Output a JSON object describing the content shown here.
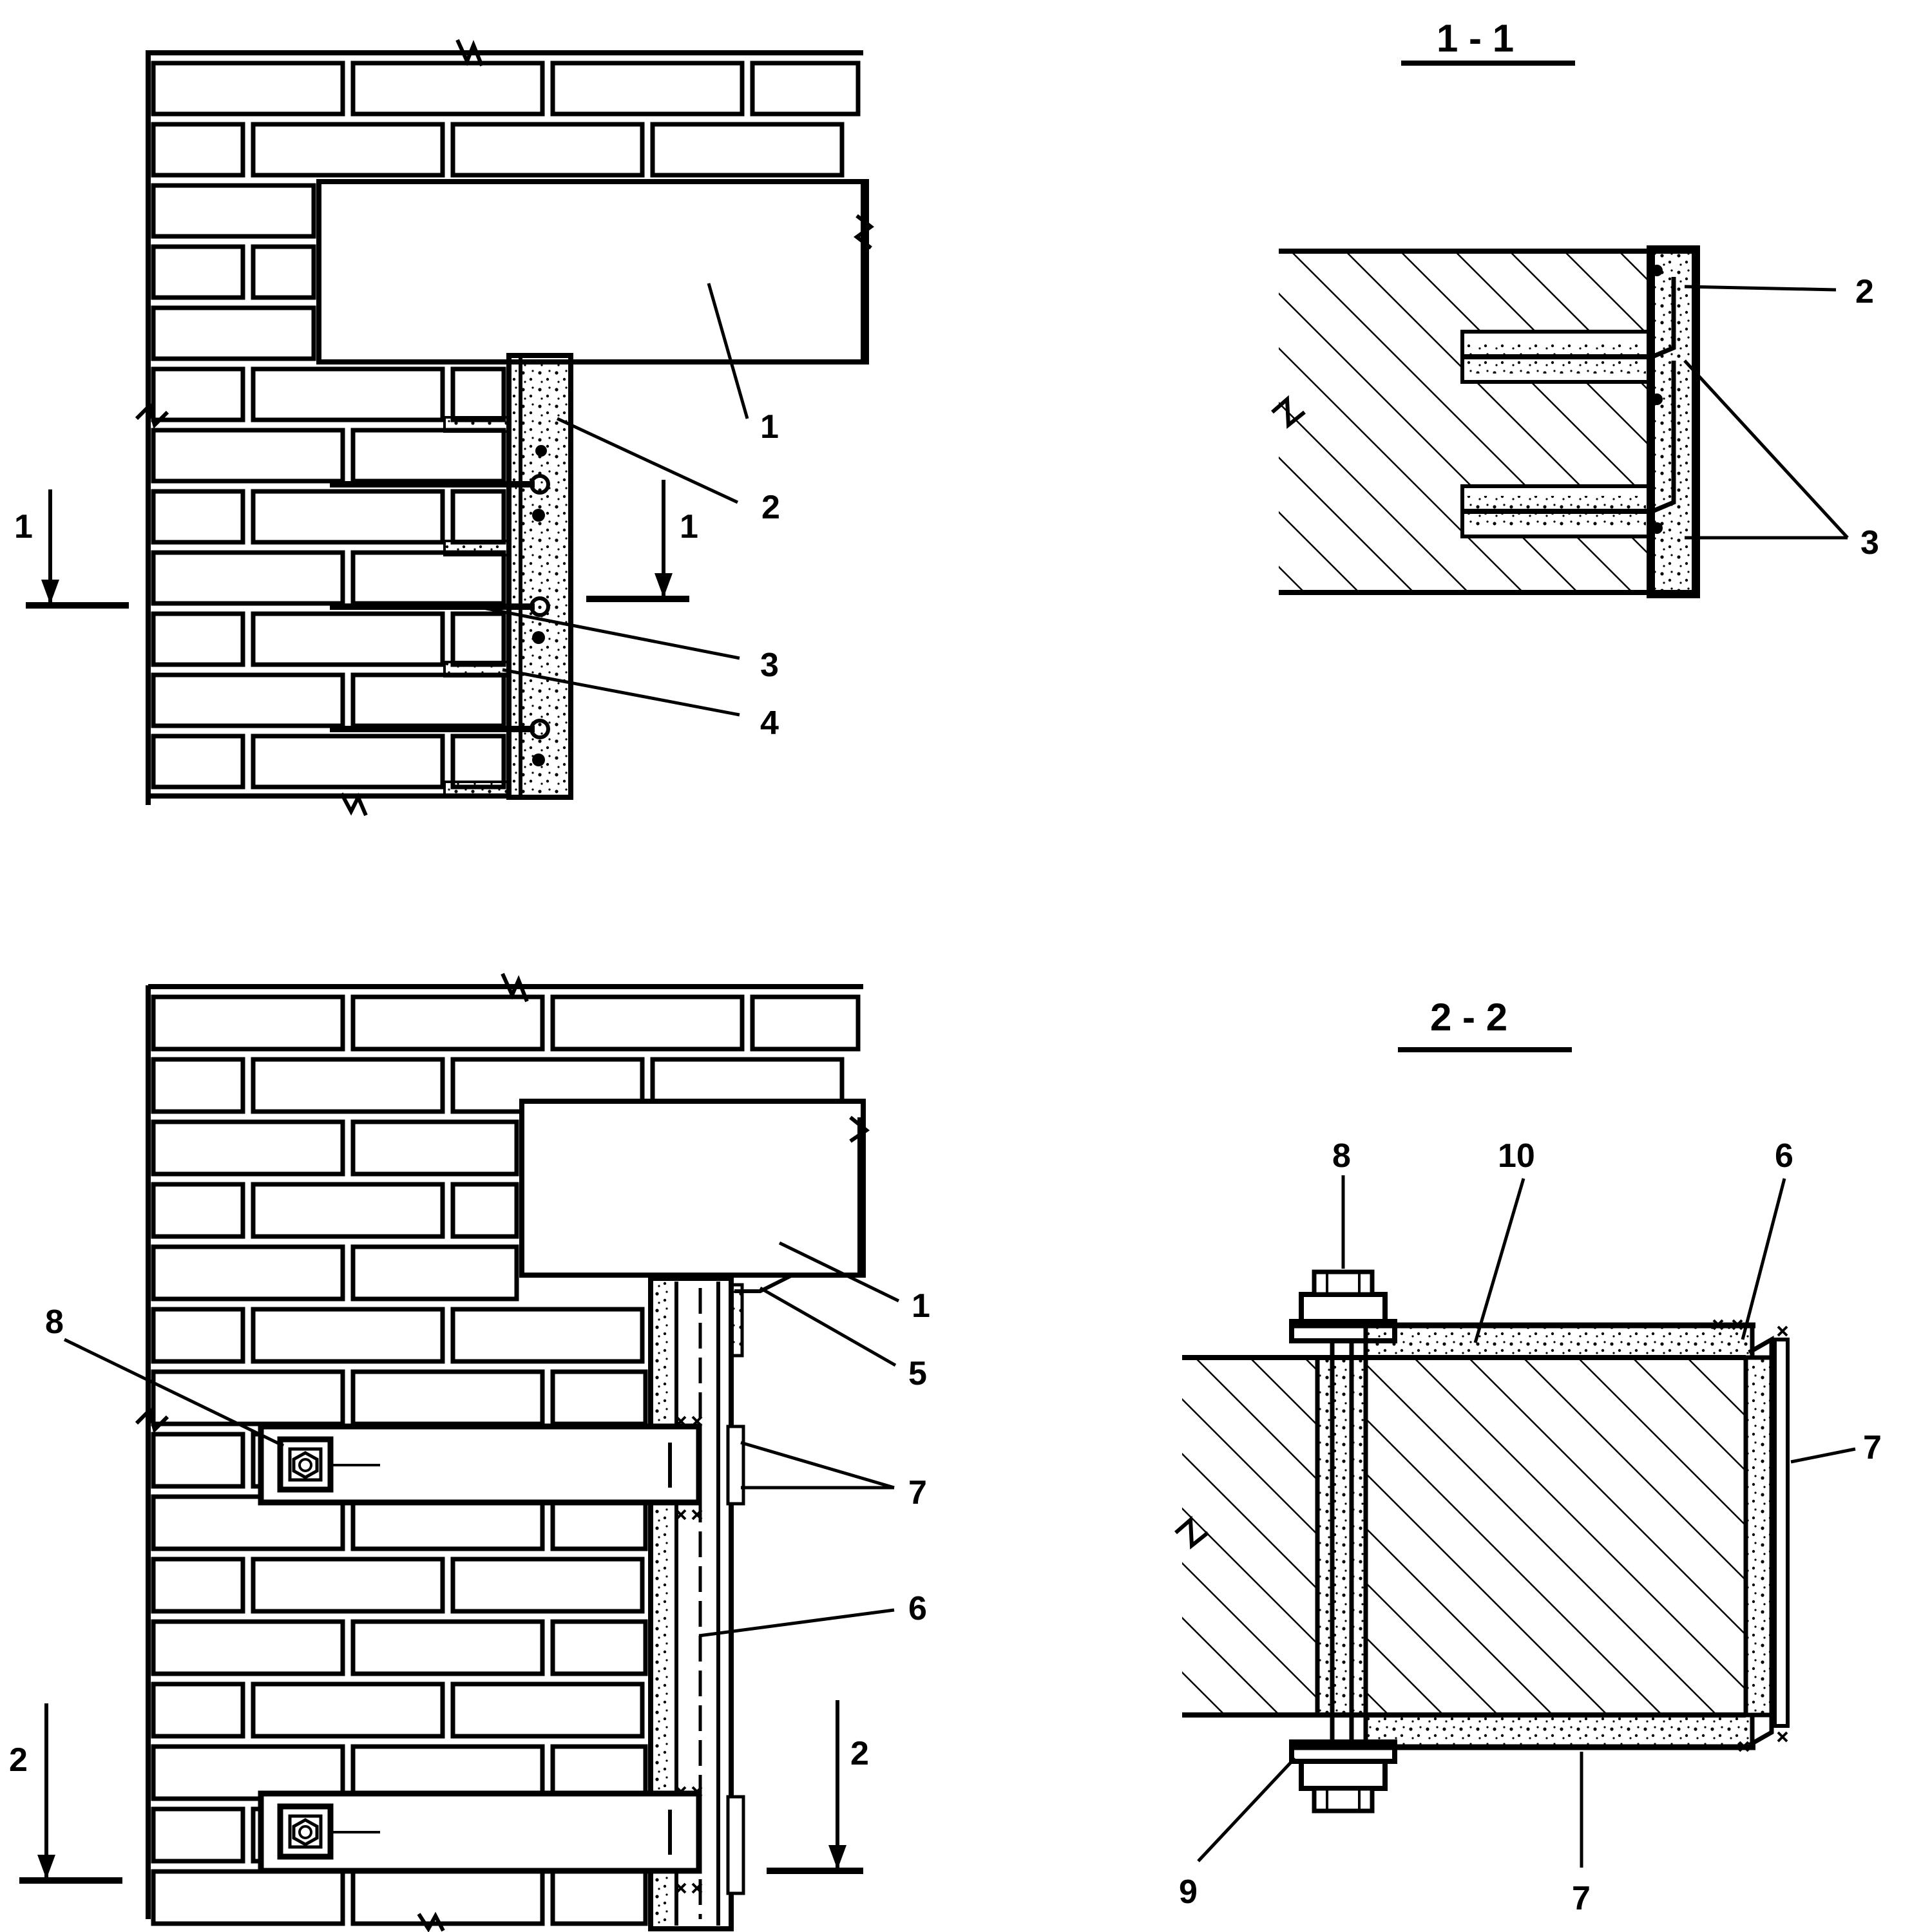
{
  "section_titles": {
    "s1": "1 - 1",
    "s2": "2 - 2"
  },
  "cut_marks": {
    "top": "1",
    "bottom": "2"
  },
  "labels": {
    "top_elevation": {
      "n1": "1",
      "n2": "2",
      "n3": "3",
      "n4": "4"
    },
    "section_1": {
      "n2": "2",
      "n3": "3"
    },
    "bottom_elevation": {
      "n1": "1",
      "n5": "5",
      "n6": "6",
      "n7": "7",
      "n8": "8"
    },
    "section_2": {
      "n6": "6",
      "n7a": "7",
      "n7b": "7",
      "n8": "8",
      "n9": "9",
      "n10": "10"
    }
  }
}
